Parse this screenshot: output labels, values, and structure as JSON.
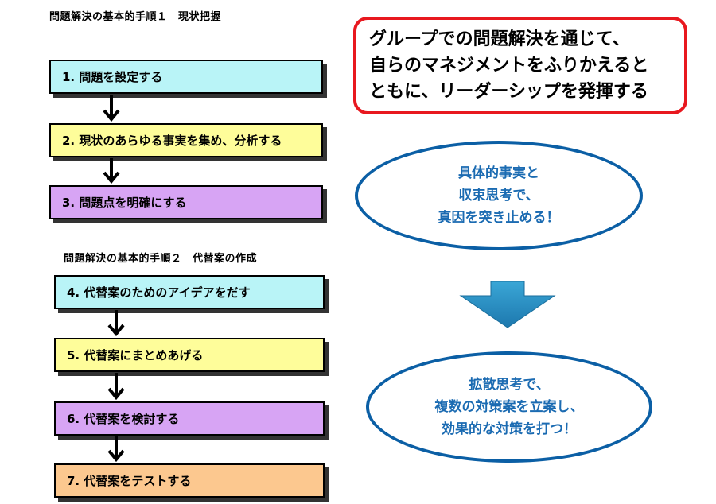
{
  "section1": {
    "title": "問題解決の基本的手順１　現状把握"
  },
  "section2": {
    "title": "問題解決の基本的手順２　代替案の作成"
  },
  "steps": [
    {
      "label": "1. 問題を設定する",
      "color": "#b9f4f7"
    },
    {
      "label": "2. 現状のあらゆる事実を集め、分析する",
      "color": "#fefd9a"
    },
    {
      "label": "3. 問題点を明確にする",
      "color": "#d7a4f4"
    },
    {
      "label": "4. 代替案のためのアイデアをだす",
      "color": "#b9f4f7"
    },
    {
      "label": "5. 代替案にまとめあげる",
      "color": "#fefd9a"
    },
    {
      "label": "6. 代替案を検討する",
      "color": "#d7a4f4"
    },
    {
      "label": "7. 代替案をテストする",
      "color": "#fcc88f"
    }
  ],
  "headline": {
    "lines": [
      "グループでの問題解決を通じて、",
      "自らのマネジメントをふりかえると",
      "ともに、リーダーシップを発揮する"
    ],
    "border_color": "#e8181f"
  },
  "ellipse1": {
    "lines": [
      "具体的事実と",
      "収束思考で、",
      "真因を突き止める！"
    ]
  },
  "ellipse2": {
    "lines": [
      "拡散思考で、",
      "複数の対策案を立案し、",
      "効果的な対策を打つ！"
    ]
  },
  "colors": {
    "ellipse_border": "#0b5fa5",
    "ellipse_text": "#1b6bb2",
    "down_arrow": "#2a8fc4"
  }
}
